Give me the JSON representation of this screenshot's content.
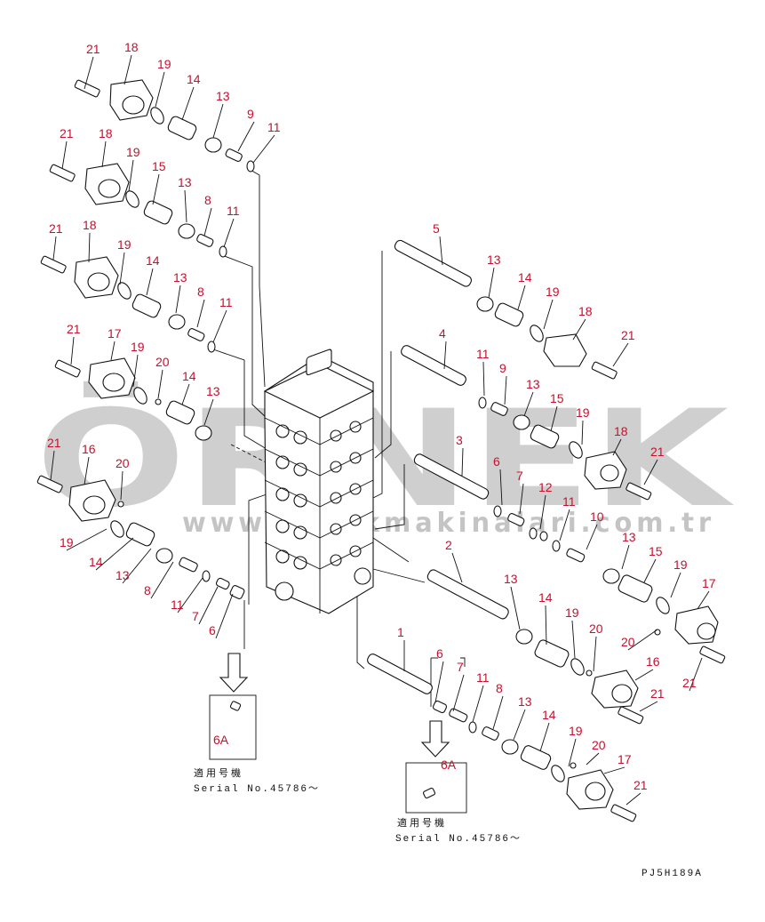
{
  "watermark": {
    "brand": "ÖRNEK",
    "url": "www.ornekmakinalari.com.tr"
  },
  "serial_note_left": {
    "jp": "適用号機",
    "serial": "Serial No.45786～",
    "box_label": "6A"
  },
  "serial_note_right": {
    "jp": "適用号機",
    "serial": "Serial No.45786～",
    "box_label": "6A"
  },
  "drawing_code": "PJ5H189A",
  "callouts": [
    {
      "id": "c1",
      "label": "21"
    },
    {
      "id": "c2",
      "label": "18"
    },
    {
      "id": "c3",
      "label": "19"
    },
    {
      "id": "c4",
      "label": "14"
    },
    {
      "id": "c5",
      "label": "13"
    },
    {
      "id": "c6",
      "label": "9"
    },
    {
      "id": "c7",
      "label": "11"
    },
    {
      "id": "c8",
      "label": "21"
    },
    {
      "id": "c9",
      "label": "18"
    },
    {
      "id": "c10",
      "label": "19"
    },
    {
      "id": "c11",
      "label": "15"
    },
    {
      "id": "c12",
      "label": "13"
    },
    {
      "id": "c13",
      "label": "8"
    },
    {
      "id": "c14",
      "label": "11"
    },
    {
      "id": "c15",
      "label": "21"
    },
    {
      "id": "c16",
      "label": "18"
    },
    {
      "id": "c17",
      "label": "19"
    },
    {
      "id": "c18",
      "label": "14"
    },
    {
      "id": "c19",
      "label": "13"
    },
    {
      "id": "c20",
      "label": "8"
    },
    {
      "id": "c21",
      "label": "11"
    },
    {
      "id": "c22",
      "label": "21"
    },
    {
      "id": "c23",
      "label": "17"
    },
    {
      "id": "c24",
      "label": "19"
    },
    {
      "id": "c25",
      "label": "20"
    },
    {
      "id": "c26",
      "label": "14"
    },
    {
      "id": "c27",
      "label": "13"
    },
    {
      "id": "c28",
      "label": "21"
    },
    {
      "id": "c29",
      "label": "16"
    },
    {
      "id": "c30",
      "label": "20"
    },
    {
      "id": "c31",
      "label": "19"
    },
    {
      "id": "c32",
      "label": "14"
    },
    {
      "id": "c33",
      "label": "13"
    },
    {
      "id": "c34",
      "label": "8"
    },
    {
      "id": "c35",
      "label": "11"
    },
    {
      "id": "c36",
      "label": "7"
    },
    {
      "id": "c37",
      "label": "6"
    },
    {
      "id": "c38",
      "label": "5"
    },
    {
      "id": "c39",
      "label": "13"
    },
    {
      "id": "c40",
      "label": "14"
    },
    {
      "id": "c41",
      "label": "19"
    },
    {
      "id": "c42",
      "label": "18"
    },
    {
      "id": "c43",
      "label": "21"
    },
    {
      "id": "c44",
      "label": "4"
    },
    {
      "id": "c45",
      "label": "11"
    },
    {
      "id": "c46",
      "label": "9"
    },
    {
      "id": "c47",
      "label": "13"
    },
    {
      "id": "c48",
      "label": "15"
    },
    {
      "id": "c49",
      "label": "19"
    },
    {
      "id": "c50",
      "label": "18"
    },
    {
      "id": "c51",
      "label": "21"
    },
    {
      "id": "c52",
      "label": "3"
    },
    {
      "id": "c53",
      "label": "6"
    },
    {
      "id": "c54",
      "label": "7"
    },
    {
      "id": "c55",
      "label": "12"
    },
    {
      "id": "c56",
      "label": "11"
    },
    {
      "id": "c57",
      "label": "10"
    },
    {
      "id": "c58",
      "label": "13"
    },
    {
      "id": "c59",
      "label": "15"
    },
    {
      "id": "c60",
      "label": "19"
    },
    {
      "id": "c61",
      "label": "17"
    },
    {
      "id": "c62",
      "label": "20"
    },
    {
      "id": "c63",
      "label": "21"
    },
    {
      "id": "c64",
      "label": "2"
    },
    {
      "id": "c65",
      "label": "13"
    },
    {
      "id": "c66",
      "label": "14"
    },
    {
      "id": "c67",
      "label": "19"
    },
    {
      "id": "c68",
      "label": "20"
    },
    {
      "id": "c69",
      "label": "16"
    },
    {
      "id": "c70",
      "label": "21"
    },
    {
      "id": "c71",
      "label": "1"
    },
    {
      "id": "c72",
      "label": "6"
    },
    {
      "id": "c73",
      "label": "7"
    },
    {
      "id": "c74",
      "label": "11"
    },
    {
      "id": "c75",
      "label": "8"
    },
    {
      "id": "c76",
      "label": "13"
    },
    {
      "id": "c77",
      "label": "14"
    },
    {
      "id": "c78",
      "label": "19"
    },
    {
      "id": "c79",
      "label": "20"
    },
    {
      "id": "c80",
      "label": "17"
    },
    {
      "id": "c81",
      "label": "21"
    }
  ]
}
